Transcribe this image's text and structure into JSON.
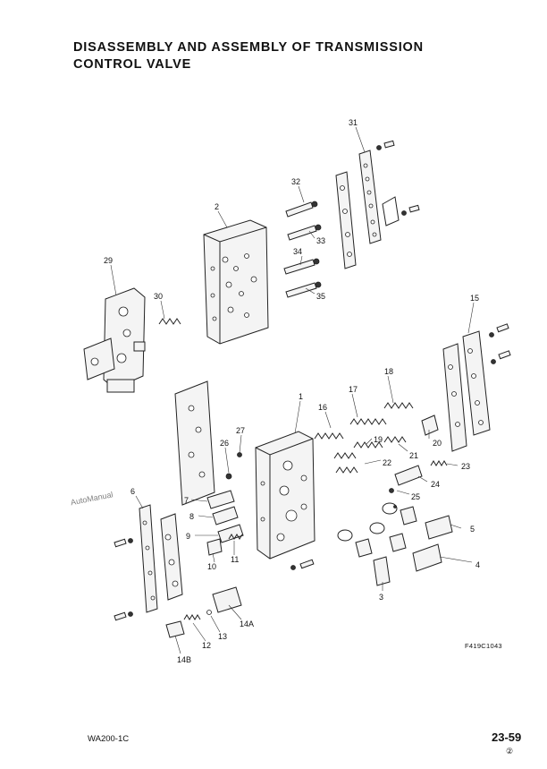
{
  "page": {
    "title_line1": "DISASSEMBLY AND ASSEMBLY OF TRANSMISSION",
    "title_line2": "CONTROL VALVE",
    "watermark": "AutoManual",
    "figure_code": "F419C1043",
    "model": "WA200-1C",
    "page_number": "23-59",
    "revision": "②"
  },
  "callouts": {
    "c1": "1",
    "c2": "2",
    "c3": "3",
    "c4": "4",
    "c5": "5",
    "c6": "6",
    "c7": "7",
    "c8": "8",
    "c9": "9",
    "c10": "10",
    "c11": "11",
    "c12": "12",
    "c13": "13",
    "c14a": "14A",
    "c14b": "14B",
    "c15": "15",
    "c16": "16",
    "c17": "17",
    "c18": "18",
    "c19": "19",
    "c20": "20",
    "c21": "21",
    "c22": "22",
    "c23": "23",
    "c24": "24",
    "c25": "25",
    "c26": "26",
    "c27": "27",
    "c29": "29",
    "c30": "30",
    "c31": "31",
    "c32": "32",
    "c33": "33",
    "c34": "34",
    "c35": "35"
  }
}
